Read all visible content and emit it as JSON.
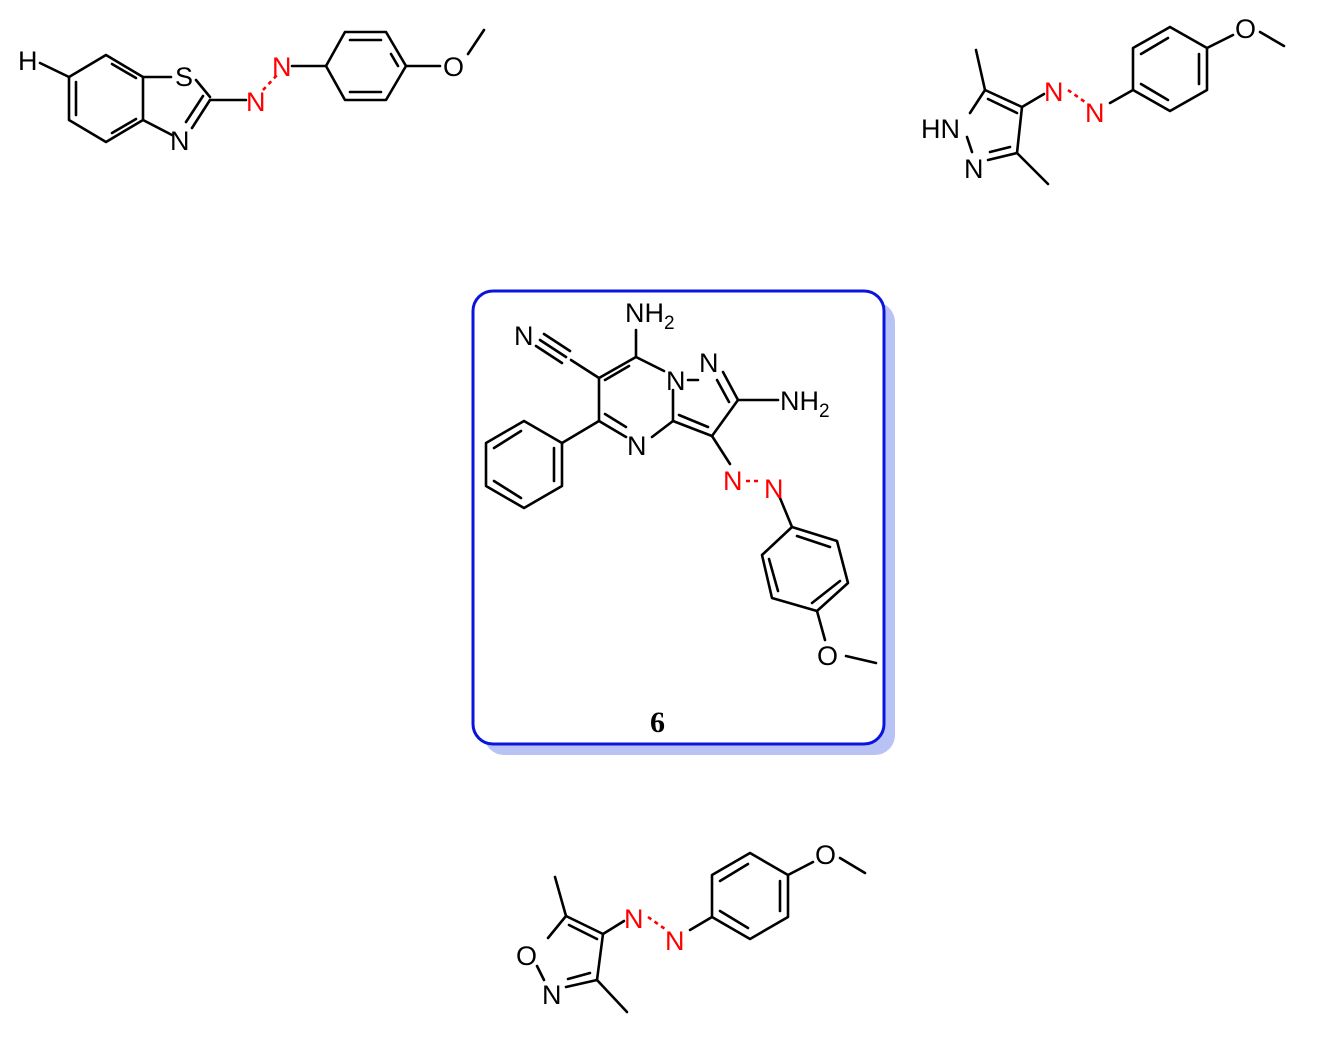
{
  "colors": {
    "bonds": "#000000",
    "azo_group": "#ff0000",
    "highlight_border": "#0a14dc",
    "highlight_shadow": "#b9c2f5"
  },
  "molecules": {
    "benzothiazole_azo": {
      "atoms": {
        "h": "H",
        "s": "S",
        "n_ring": "N",
        "n_azo1": "N",
        "n_azo2": "N",
        "o": "O"
      }
    },
    "pyrazole_azo": {
      "atoms": {
        "hn": "HN",
        "n_ring": "N",
        "n_azo1": "N",
        "n_azo2": "N",
        "o": "O"
      }
    },
    "compound_6": {
      "label": "6",
      "atoms": {
        "nh2_top": "NH",
        "nh2_top_sub": "2",
        "nitrile_n": "N",
        "n_bridge": "N",
        "n_pyrazole": "N",
        "nh2_right": "NH",
        "nh2_right_sub": "2",
        "n_pyrimidine": "N",
        "n_azo1": "N",
        "n_azo2": "N",
        "o": "O"
      }
    },
    "isoxazole_azo": {
      "atoms": {
        "o_ring": "O",
        "n_ring": "N",
        "n_azo1": "N",
        "n_azo2": "N",
        "o": "O"
      }
    }
  }
}
